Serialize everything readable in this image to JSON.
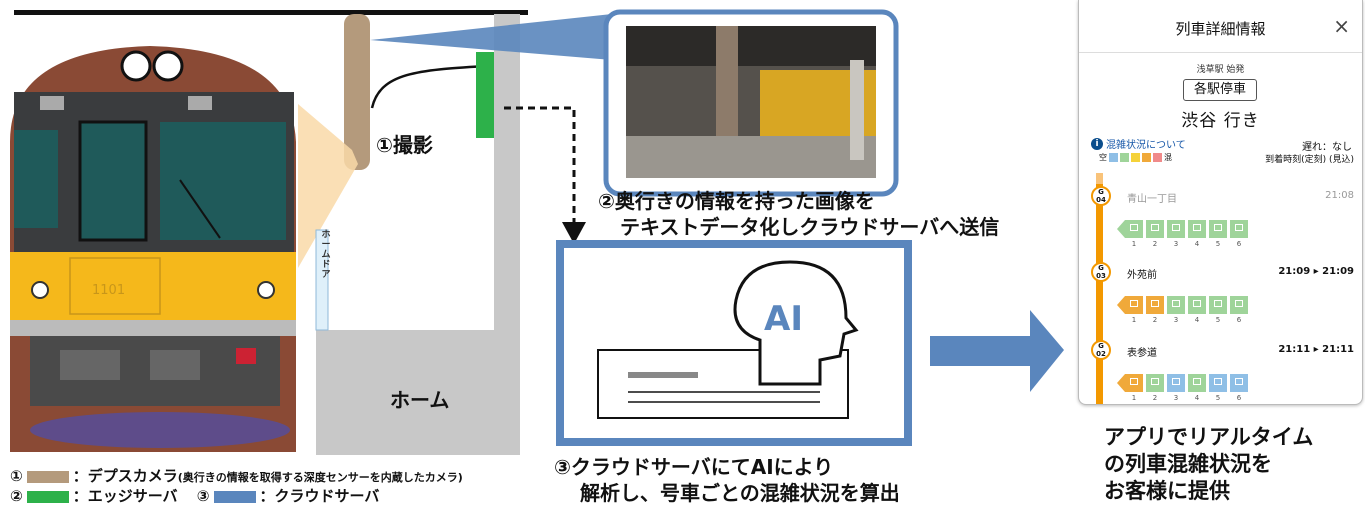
{
  "labels": {
    "shoot": "①撮影",
    "step2_line1": "②奥行きの情報を持った画像を",
    "step2_line2": "テキストデータ化しクラウドサーバへ送信",
    "step3_line1": "③クラウドサーバにてAIにより",
    "step3_line2": "解析し、号車ごとの混雑状況を算出",
    "platform": "ホーム",
    "platform_door": "ホームドア",
    "ai": "AI",
    "train_number": "1101",
    "result_line1": "アプリでリアルタイム",
    "result_line2": "の列車混雑状況を",
    "result_line3": "お客様に提供"
  },
  "legend": {
    "item1_num": "①",
    "item1_label": "：デプスカメラ",
    "item1_note": "(奥行きの情報を取得する深度センサーを内蔵したカメラ)",
    "item2_num": "②",
    "item2_label": "：エッジサーバ",
    "item3_num": "③",
    "item3_label": "：クラウドサーバ"
  },
  "app": {
    "title": "列車詳細情報",
    "close_icon": "×",
    "origin": "浅草駅 始発",
    "stop_type": "各駅停車",
    "destination": "渋谷 行き",
    "congestion_link": "混雑状況について",
    "scale_low": "空",
    "scale_high": "混",
    "delay": "遅れ：なし",
    "arrival_header": "到着時刻(定刻) (見込)",
    "stations": [
      {
        "code_letter": "G",
        "code_num": "04",
        "name": "青山一丁目",
        "time": "21:08",
        "cars": [
          "#9fd49a",
          "#9fd49a",
          "#9fd49a",
          "#9fd49a",
          "#9fd49a",
          "#9fd49a"
        ]
      },
      {
        "code_letter": "G",
        "code_num": "03",
        "name": "外苑前",
        "time": "21:09 ▸ 21:09",
        "cars": [
          "#f0a93a",
          "#f0a93a",
          "#9fd49a",
          "#9fd49a",
          "#9fd49a",
          "#9fd49a"
        ]
      },
      {
        "code_letter": "G",
        "code_num": "02",
        "name": "表参道",
        "time": "21:11 ▸ 21:11",
        "cars": [
          "#f0a93a",
          "#9fd49a",
          "#8fbfe6",
          "#9fd49a",
          "#8fbfe6",
          "#8fbfe6"
        ]
      }
    ],
    "car_numbers": [
      "1",
      "2",
      "3",
      "4",
      "5",
      "6"
    ]
  },
  "colors": {
    "camera": "#b49a7c",
    "edge_server": "#2db14a",
    "cloud_server": "#5a86bd",
    "train_yellow": "#f5b81b",
    "platform_grey": "#c8c8c8",
    "line_orange": "#f39800"
  }
}
